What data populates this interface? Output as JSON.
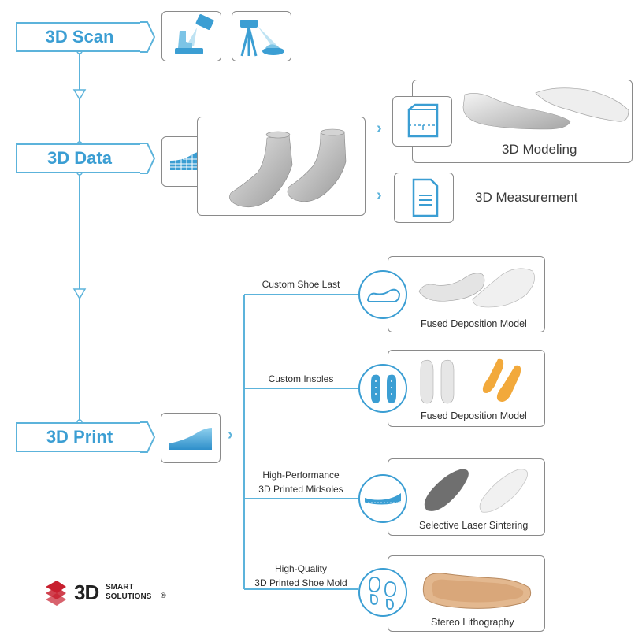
{
  "stages": [
    {
      "label": "3D Scan"
    },
    {
      "label": "3D Data"
    },
    {
      "label": "3D Print"
    }
  ],
  "data_branches": [
    {
      "label": "3D Modeling"
    },
    {
      "label": "3D Measurement"
    }
  ],
  "print_branches": [
    {
      "label_lines": [
        "Custom Shoe Last"
      ],
      "caption": "Fused Deposition Model",
      "icon": "shoe-last-icon"
    },
    {
      "label_lines": [
        "Custom Insoles"
      ],
      "caption": "Fused Deposition Model",
      "icon": "insoles-icon"
    },
    {
      "label_lines": [
        "High-Performance",
        "3D Printed Midsoles"
      ],
      "caption": "Selective Laser Sintering",
      "icon": "midsole-icon"
    },
    {
      "label_lines": [
        "High-Quality",
        "3D Printed Shoe Mold"
      ],
      "caption": "Stereo Lithography",
      "icon": "footprints-icon"
    }
  ],
  "logo": {
    "mark": "3D",
    "line1": "SMART",
    "line2": "SOLUTIONS",
    "reg": "®"
  },
  "colors": {
    "accent": "#3b9ed3",
    "line": "#5cb3db",
    "border": "#8a8a8a",
    "logo_red": "#c8202f"
  }
}
